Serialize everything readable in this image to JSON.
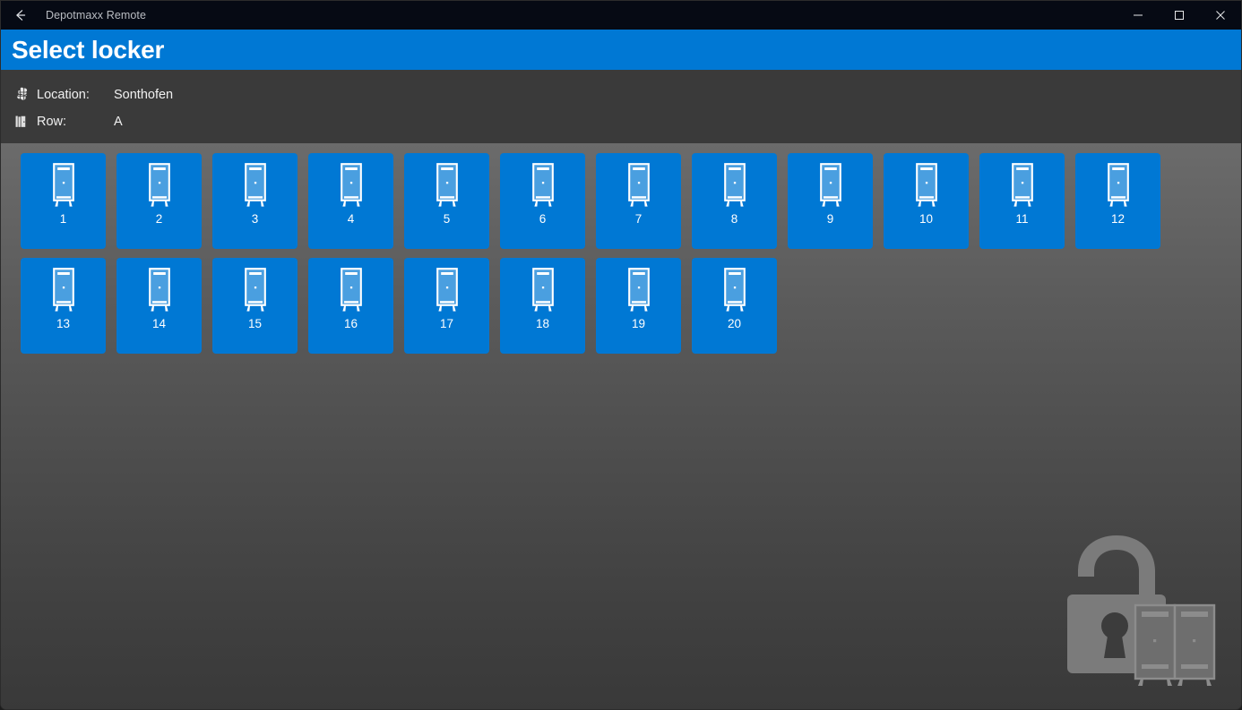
{
  "window": {
    "title": "Depotmaxx Remote",
    "back_icon": "back-arrow-icon",
    "controls": {
      "minimize": "minimize-icon",
      "maximize": "maximize-icon",
      "close": "close-icon"
    }
  },
  "header": {
    "title": "Select locker",
    "background": "#0078d4"
  },
  "info": {
    "rows": [
      {
        "icon": "globe-icon",
        "label": "Location:",
        "value": "Sonthofen"
      },
      {
        "icon": "lockers-row-icon",
        "label": "Row:",
        "value": "A"
      }
    ]
  },
  "lockers": {
    "tile_color": "#0078d4",
    "tile_icon": "locker-icon",
    "items": [
      {
        "label": "1"
      },
      {
        "label": "2"
      },
      {
        "label": "3"
      },
      {
        "label": "4"
      },
      {
        "label": "5"
      },
      {
        "label": "6"
      },
      {
        "label": "7"
      },
      {
        "label": "8"
      },
      {
        "label": "9"
      },
      {
        "label": "10"
      },
      {
        "label": "11"
      },
      {
        "label": "12"
      },
      {
        "label": "13"
      },
      {
        "label": "14"
      },
      {
        "label": "15"
      },
      {
        "label": "16"
      },
      {
        "label": "17"
      },
      {
        "label": "18"
      },
      {
        "label": "19"
      },
      {
        "label": "20"
      }
    ]
  },
  "watermark": {
    "icon": "open-padlock-with-lockers-logo",
    "color": "#7a7a7a"
  }
}
